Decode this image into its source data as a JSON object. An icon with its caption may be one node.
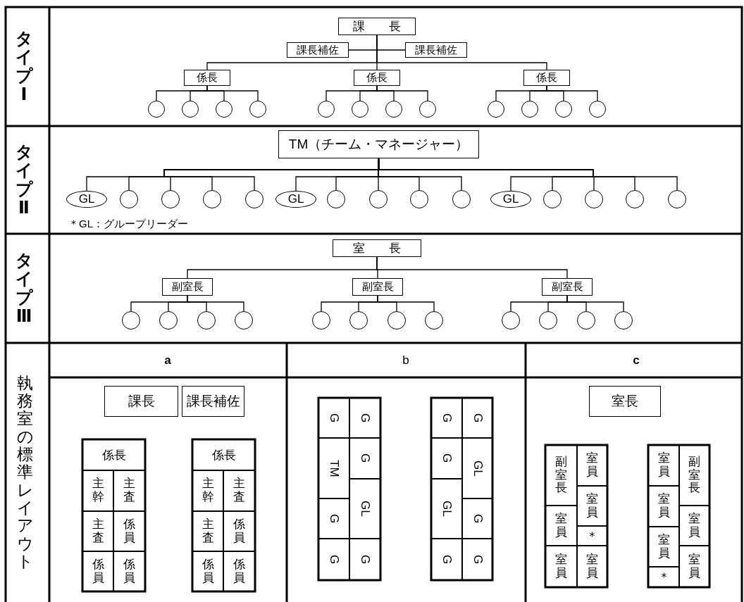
{
  "diagram": {
    "nodes": [
      {
        "text": [
          "課　　長"
        ]
      },
      {
        "text": [
          "課長補佐"
        ]
      },
      {
        "text": [
          "課長補佐"
        ]
      },
      {
        "text": [
          "係長"
        ]
      },
      {
        "text": [
          "係長"
        ]
      },
      {
        "text": [
          "係長"
        ]
      },
      {
        "text": [],
        "shape": "circle"
      },
      {
        "text": [],
        "shape": "circle"
      },
      {
        "text": [],
        "shape": "circle"
      },
      {
        "text": [],
        "shape": "circle"
      },
      {
        "text": [],
        "shape": "circle"
      },
      {
        "text": [],
        "shape": "circle"
      },
      {
        "text": [],
        "shape": "circle"
      },
      {
        "text": [],
        "shape": "circle"
      },
      {
        "text": [],
        "shape": "circle"
      },
      {
        "text": [],
        "shape": "circle"
      },
      {
        "text": [],
        "shape": "circle"
      },
      {
        "text": [],
        "shape": "circle"
      },
      {
        "text": [
          "TM（チーム・マネージャー）"
        ]
      },
      {
        "text": [
          "GL"
        ]
      },
      {
        "text": [],
        "shape": "circle"
      },
      {
        "text": [],
        "shape": "circle"
      },
      {
        "text": [],
        "shape": "circle"
      },
      {
        "text": [],
        "shape": "circle"
      },
      {
        "text": [
          "GL"
        ]
      },
      {
        "text": [],
        "shape": "circle"
      },
      {
        "text": [],
        "shape": "circle"
      },
      {
        "text": [],
        "shape": "circle"
      },
      {
        "text": [],
        "shape": "circle"
      },
      {
        "text": [
          "GL"
        ]
      },
      {
        "text": [],
        "shape": "circle"
      },
      {
        "text": [],
        "shape": "circle"
      },
      {
        "text": [],
        "shape": "circle"
      },
      {
        "text": [],
        "shape": "circle"
      },
      {
        "text": [
          "室　　長"
        ]
      },
      {
        "text": [
          "副室長"
        ]
      },
      {
        "text": [
          "副室長"
        ]
      },
      {
        "text": [
          "副室長"
        ]
      },
      {
        "text": [],
        "shape": "circle"
      },
      {
        "text": [],
        "shape": "circle"
      },
      {
        "text": [],
        "shape": "circle"
      },
      {
        "text": [],
        "shape": "circle"
      },
      {
        "text": [],
        "shape": "circle"
      },
      {
        "text": [],
        "shape": "circle"
      },
      {
        "text": [],
        "shape": "circle"
      },
      {
        "text": [],
        "shape": "circle"
      },
      {
        "text": [],
        "shape": "circle"
      },
      {
        "text": [],
        "shape": "circle"
      },
      {
        "text": [],
        "shape": "circle"
      },
      {
        "text": [],
        "shape": "circle"
      },
      {
        "text": [
          "課長"
        ]
      },
      {
        "text": [
          "課長補佐"
        ]
      },
      {
        "text": [
          "係長"
        ]
      },
      {
        "text": [
          "主幹"
        ]
      },
      {
        "text": [
          "主査"
        ]
      },
      {
        "text": [
          "主査"
        ]
      },
      {
        "text": [
          "係員"
        ]
      },
      {
        "text": [
          "係員"
        ]
      },
      {
        "text": [
          "係員"
        ]
      },
      {
        "text": [
          "係長"
        ]
      },
      {
        "text": [
          "主幹"
        ]
      },
      {
        "text": [
          "主査"
        ]
      },
      {
        "text": [
          "主査"
        ]
      },
      {
        "text": [
          "係員"
        ]
      },
      {
        "text": [
          "係員"
        ]
      },
      {
        "text": [
          "係員"
        ]
      },
      {
        "text": [
          "G"
        ]
      },
      {
        "text": [
          "G"
        ]
      },
      {
        "text": [
          "TM"
        ]
      },
      {
        "text": [
          "G"
        ]
      },
      {
        "text": [
          "GL"
        ]
      },
      {
        "text": [
          "G"
        ]
      },
      {
        "text": [
          "G"
        ]
      },
      {
        "text": [
          "G"
        ]
      },
      {
        "text": [
          "G"
        ]
      },
      {
        "text": [
          "G"
        ]
      },
      {
        "text": [
          "G"
        ]
      },
      {
        "text": [
          "GL"
        ]
      },
      {
        "text": [
          "GL"
        ]
      },
      {
        "text": [
          "G"
        ]
      },
      {
        "text": [
          "G"
        ]
      },
      {
        "text": [
          "G"
        ]
      },
      {
        "text": [
          "室長"
        ]
      },
      {
        "text": [
          "副室長"
        ]
      },
      {
        "text": [
          "室員"
        ]
      },
      {
        "text": [
          "室員"
        ]
      },
      {
        "text": [
          "室員"
        ]
      },
      {
        "text": [
          "＊"
        ]
      },
      {
        "text": [
          "室員"
        ]
      },
      {
        "text": [
          "室員"
        ]
      },
      {
        "text": [
          "室員"
        ]
      },
      {
        "text": [
          "副室長"
        ]
      },
      {
        "text": [
          "室員"
        ]
      },
      {
        "text": [
          "室員"
        ]
      },
      {
        "text": [
          "室員"
        ]
      },
      {
        "text": [
          "室員"
        ]
      },
      {
        "text": [
          "＊"
        ]
      }
    ],
    "edges": [
      {
        "from": 0,
        "to": 1,
        "arrow": "none"
      },
      {
        "from": 0,
        "to": 2,
        "arrow": "none"
      },
      {
        "from": 0,
        "to": 3,
        "arrow": "none"
      },
      {
        "from": 0,
        "to": 4,
        "arrow": "none"
      },
      {
        "from": 0,
        "to": 5,
        "arrow": "none"
      },
      {
        "from": 3,
        "to": 6,
        "arrow": "none"
      },
      {
        "from": 3,
        "to": 7,
        "arrow": "none"
      },
      {
        "from": 3,
        "to": 8,
        "arrow": "none"
      },
      {
        "from": 3,
        "to": 9,
        "arrow": "none"
      },
      {
        "from": 4,
        "to": 10,
        "arrow": "none"
      },
      {
        "from": 4,
        "to": 11,
        "arrow": "none"
      },
      {
        "from": 4,
        "to": 12,
        "arrow": "none"
      },
      {
        "from": 4,
        "to": 13,
        "arrow": "none"
      },
      {
        "from": 5,
        "to": 14,
        "arrow": "none"
      },
      {
        "from": 5,
        "to": 15,
        "arrow": "none"
      },
      {
        "from": 5,
        "to": 16,
        "arrow": "none"
      },
      {
        "from": 5,
        "to": 17,
        "arrow": "none"
      },
      {
        "from": 18,
        "to": 19,
        "arrow": "none"
      },
      {
        "from": 18,
        "to": 20,
        "arrow": "none"
      },
      {
        "from": 18,
        "to": 21,
        "arrow": "none"
      },
      {
        "from": 18,
        "to": 22,
        "arrow": "none"
      },
      {
        "from": 18,
        "to": 23,
        "arrow": "none"
      },
      {
        "from": 18,
        "to": 24,
        "arrow": "none"
      },
      {
        "from": 18,
        "to": 25,
        "arrow": "none"
      },
      {
        "from": 18,
        "to": 26,
        "arrow": "none"
      },
      {
        "from": 18,
        "to": 27,
        "arrow": "none"
      },
      {
        "from": 18,
        "to": 28,
        "arrow": "none"
      },
      {
        "from": 18,
        "to": 29,
        "arrow": "none"
      },
      {
        "from": 18,
        "to": 30,
        "arrow": "none"
      },
      {
        "from": 18,
        "to": 31,
        "arrow": "none"
      },
      {
        "from": 18,
        "to": 32,
        "arrow": "none"
      },
      {
        "from": 18,
        "to": 33,
        "arrow": "none"
      },
      {
        "from": 34,
        "to": 35,
        "arrow": "none"
      },
      {
        "from": 34,
        "to": 36,
        "arrow": "none"
      },
      {
        "from": 34,
        "to": 37,
        "arrow": "none"
      },
      {
        "from": 35,
        "to": 38,
        "arrow": "none"
      },
      {
        "from": 35,
        "to": 39,
        "arrow": "none"
      },
      {
        "from": 35,
        "to": 40,
        "arrow": "none"
      },
      {
        "from": 35,
        "to": 41,
        "arrow": "none"
      },
      {
        "from": 36,
        "to": 42,
        "arrow": "none"
      },
      {
        "from": 36,
        "to": 43,
        "arrow": "none"
      },
      {
        "from": 36,
        "to": 44,
        "arrow": "none"
      },
      {
        "from": 36,
        "to": 45,
        "arrow": "none"
      },
      {
        "from": 37,
        "to": 46,
        "arrow": "none"
      },
      {
        "from": 37,
        "to": 47,
        "arrow": "none"
      },
      {
        "from": 37,
        "to": 48,
        "arrow": "none"
      },
      {
        "from": 37,
        "to": 49,
        "arrow": "none"
      }
    ],
    "labels": [
      "タイプⅠ",
      "タイプⅡ",
      "タイプⅢ",
      "＊GL：グループリーダー",
      "執務室の標準レイアウト",
      "a",
      "b",
      "c"
    ]
  }
}
